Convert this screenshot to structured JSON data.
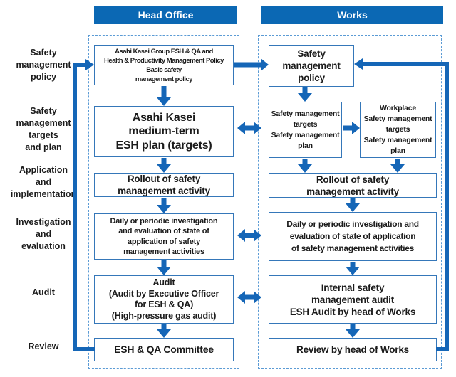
{
  "colors": {
    "header_bar_blue": "#0b68b4",
    "arrow_blue": "#1566b7",
    "box_border_blue": "#3577b9",
    "dashed_border_blue": "#5b9bd5",
    "text_color": "#1b1b1b",
    "background": "#ffffff"
  },
  "headers": {
    "head_office": "Head Office",
    "works": "Works"
  },
  "row_labels": [
    "Safety\nmanagement\npolicy",
    "Safety\nmanagement\ntargets\nand plan",
    "Application\nand\nimplementation",
    "Investigation\nand\nevaluation",
    "Audit",
    "Review"
  ],
  "head_office": {
    "policy_box": "Asahi Kasei Group ESH & QA and\nHealth & Productivity Management Policy\nBasic safety\nmanagement policy",
    "plan_box": "Asahi Kasei\nmedium-term\nESH plan (targets)",
    "rollout_box": "Rollout of safety\nmanagement activity",
    "evaluation_box": "Daily or periodic investigation\nand evaluation of state of\napplication of safety\nmanagement activities",
    "audit_box": "Audit\n(Audit by Executive Officer\nfor ESH & QA)\n(High-pressure gas audit)",
    "committee_box": "ESH & QA Committee"
  },
  "works": {
    "policy_box": "Safety\nmanagement\npolicy",
    "targets_box": "Safety management\ntargets\nSafety management\nplan",
    "workplace_box": "Workplace\nSafety management\ntargets\nSafety management\nplan",
    "rollout_box": "Rollout of safety\nmanagement activity",
    "evaluation_box": "Daily or periodic investigation and\nevaluation of state of application\nof safety management activities",
    "audit_box": "Internal safety\nmanagement audit\nESH Audit by head of Works",
    "review_box": "Review by head of Works"
  }
}
